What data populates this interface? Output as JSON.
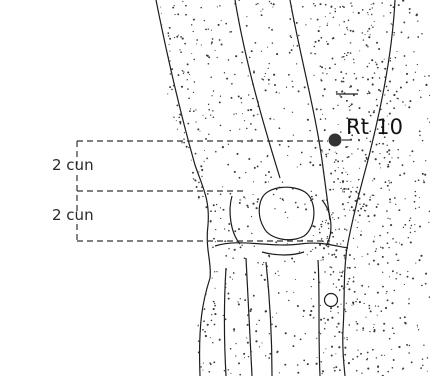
{
  "diagram": {
    "point": {
      "label": "Rt 10",
      "color": "#333333"
    },
    "measurements": [
      {
        "label": "2 cun"
      },
      {
        "label": "2 cun"
      }
    ],
    "colors": {
      "background": "#ffffff",
      "ink": "#1c1c1c",
      "stipple": "#3a3a3a",
      "dashes": "#333333",
      "secondary_point": "#ffffff"
    }
  }
}
